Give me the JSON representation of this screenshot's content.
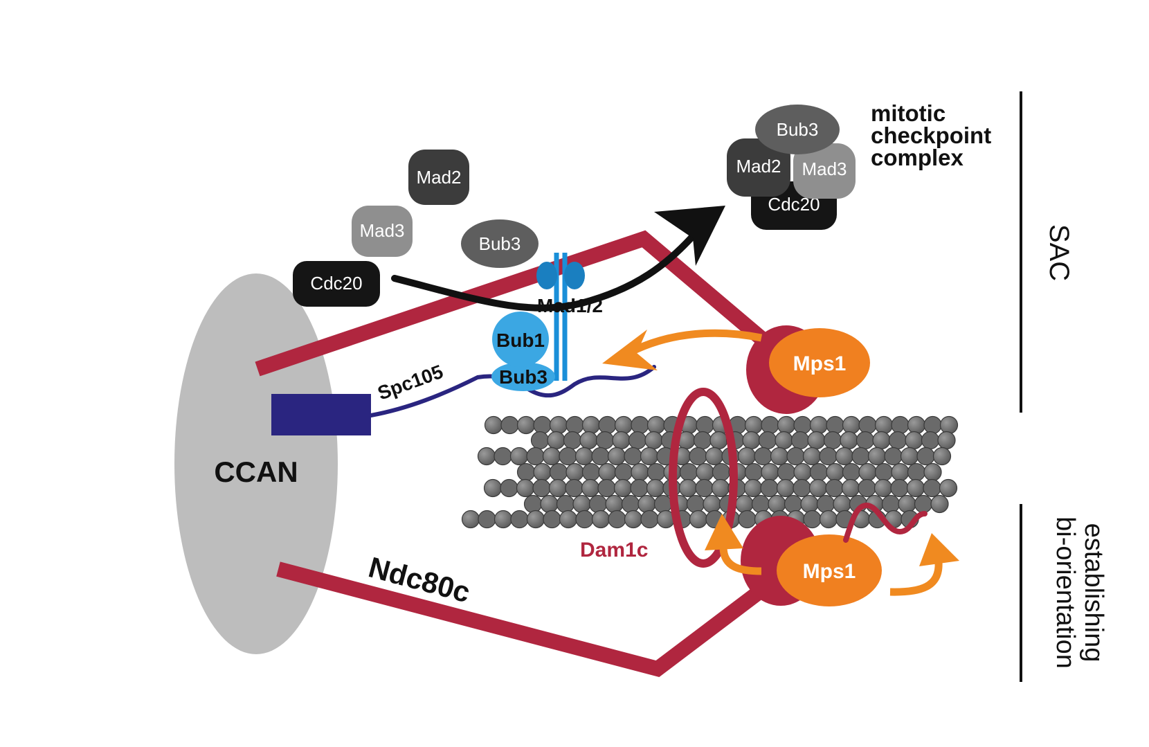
{
  "labels": {
    "ccan": "CCAN",
    "spc105": "Spc105",
    "ndc80c": "Ndc80c",
    "dam1c": "Dam1c",
    "mad1_2": "Mad1/2",
    "bub1": "Bub1",
    "bub3_kinetochore": "Bub3",
    "mps1_top": "Mps1",
    "mps1_bottom": "Mps1",
    "free_mad2": "Mad2",
    "free_mad3": "Mad3",
    "free_bub3": "Bub3",
    "free_cdc20": "Cdc20",
    "mcc_bub3": "Bub3",
    "mcc_mad2": "Mad2",
    "mcc_mad3": "Mad3",
    "mcc_cdc20": "Cdc20",
    "mcc_title_line1": "mitotic",
    "mcc_title_line2": "checkpoint",
    "mcc_title_line3": "complex",
    "sac": "SAC",
    "biorient_line1": "establishing",
    "biorient_line2": "bi-orientation"
  },
  "colors": {
    "ndc80c": "#B0263F",
    "dam1c": "#B0263F",
    "spc105": "#2A2580",
    "mad1_2": "#1A8FD8",
    "bub1": "#3BA7E3",
    "bub3_kinetochore": "#3BA7E3",
    "mps1": "#F08020",
    "mps1_arrows": "#F08A20",
    "ccan": "#BDBDBD",
    "microtubule": "#6A6A6A",
    "mad2": "#3C3C3C",
    "mad3": "#8F8F8F",
    "bub3": "#5E5E5E",
    "cdc20": "#151515"
  },
  "icons": {
    "assembly_arrow": "curved-black-arrow-icon",
    "mps1_arrows": "curved-orange-arrow-icon"
  }
}
